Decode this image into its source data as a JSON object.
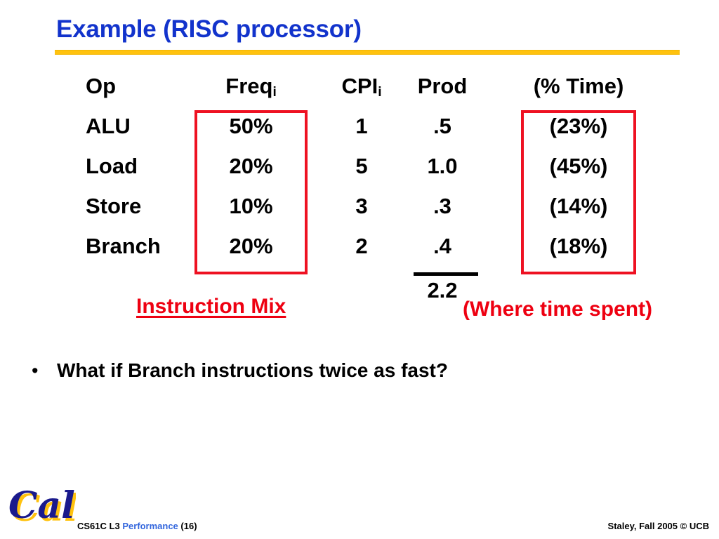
{
  "slide": {
    "title": "Example (RISC processor)",
    "title_color": "#1233cc",
    "rule_color": "#ffc20e"
  },
  "table": {
    "headers": {
      "op": "Op",
      "freq": "Freq",
      "freq_sub": "i",
      "cpi": "CPI",
      "cpi_sub": "i",
      "prod": "Prod",
      "time": "(% Time)"
    },
    "rows": [
      {
        "op": "ALU",
        "freq": "50%",
        "cpi": "1",
        "prod": ".5",
        "time": "(23%)"
      },
      {
        "op": "Load",
        "freq": "20%",
        "cpi": "5",
        "prod": "1.0",
        "time": "(45%)"
      },
      {
        "op": "Store",
        "freq": "10%",
        "cpi": "3",
        "prod": ".3",
        "time": "(14%)"
      },
      {
        "op": "Branch",
        "freq": "20%",
        "cpi": "2",
        "prod": ".4",
        "time": "(18%)"
      }
    ],
    "total_prod": "2.2"
  },
  "annotations": {
    "left": "Instruction Mix",
    "right": "(Where time spent)",
    "color": "#ee0011",
    "box_color": "#ee1122"
  },
  "bullet": {
    "marker": "•",
    "text": "What if Branch instructions twice as fast?"
  },
  "footer": {
    "left_part1": "CS61C L3 ",
    "left_highlight": "Performance",
    "left_part2": " (16)",
    "highlight_color": "#3366dd",
    "right": "Staley, Fall 2005 © UCB",
    "logo_text": "Cal",
    "logo_color": "#1a1a8c",
    "logo_shadow": "#ffc20e"
  }
}
